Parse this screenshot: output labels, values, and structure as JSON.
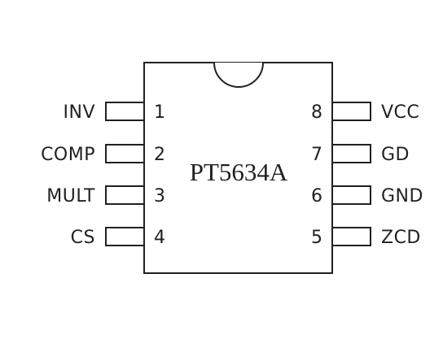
{
  "chip": {
    "part_number": "PT5634A",
    "package": "8-pin DIP"
  },
  "pins": [
    {
      "number": "1",
      "label": "INV"
    },
    {
      "number": "2",
      "label": "COMP"
    },
    {
      "number": "3",
      "label": "MULT"
    },
    {
      "number": "4",
      "label": "CS"
    },
    {
      "number": "5",
      "label": "ZCD"
    },
    {
      "number": "6",
      "label": "GND"
    },
    {
      "number": "7",
      "label": "GD"
    },
    {
      "number": "8",
      "label": "VCC"
    }
  ],
  "colors": {
    "ink": "#231f20",
    "background": "#ffffff"
  }
}
